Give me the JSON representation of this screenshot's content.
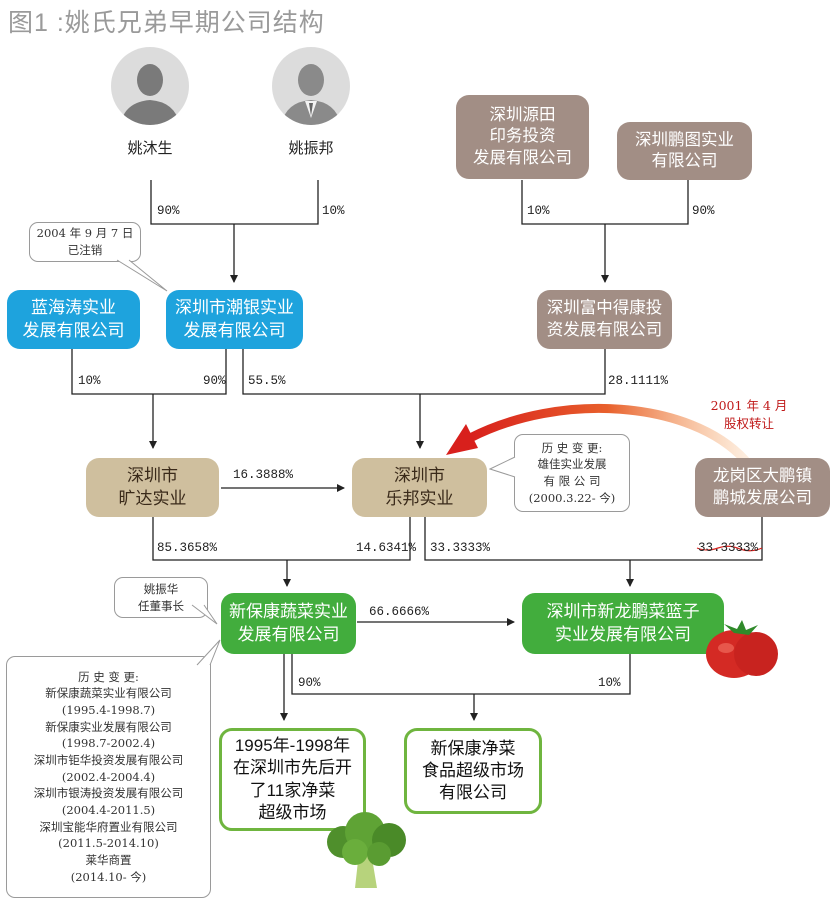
{
  "title": "图1 :姚氏兄弟早期公司结构",
  "people": {
    "p1": "姚沐生",
    "p2": "姚振邦"
  },
  "companies": {
    "yuantian": "深圳源田\n印务投资\n发展有限公司",
    "pengtu": "深圳鹏图实业\n有限公司",
    "lanhaitao": "蓝海涛实业\n发展有限公司",
    "chaoyin": "深圳市潮银实业\n发展有限公司",
    "fuzhongdekang": "深圳富中得康投\n资发展有限公司",
    "kuangda": "深圳市\n旷达实业",
    "lebang": "深圳市\n乐邦实业",
    "pengcheng": "龙岗区大鹏镇\n鹏城发展公司",
    "xinbaokang": "新保康蔬菜实业\n发展有限公司",
    "xinlongpeng": "深圳市新龙鹏菜篮子\n实业发展有限公司",
    "supermarkets": "1995年-1998年\n在深圳市先后开\n了11家净菜\n超级市场",
    "xinbaokang_food": "新保康净菜\n食品超级市场\n有限公司"
  },
  "percentages": {
    "p1_chaoyin": "90%",
    "p2_chaoyin": "10%",
    "yuantian_fuzhong": "10%",
    "pengtu_fuzhong": "90%",
    "lanhai_kuangda": "10%",
    "chaoyin_kuangda": "90%",
    "chaoyin_lebang": "55.5%",
    "fuzhong_lebang": "28.1111%",
    "kuangda_lebang": "16.3888%",
    "kuangda_xinbaokang": "85.3658%",
    "lebang_xinbaokang": "14.6341%",
    "lebang_xinlongpeng": "33.3333%",
    "pengcheng_xinlongpeng": "33.3333%",
    "xinbaokang_xinlongpeng": "66.6666%",
    "xinbaokang_supermarkets": "90%",
    "xinlongpeng_food": "10%"
  },
  "notes": {
    "cancelled": "2004 年 9 月 7 日\n已注销",
    "lebang_history": "历 史 变 更:\n雄佳实业发展\n有 限 公 司\n(2000.3.22- 今)",
    "chairman": "姚振华\n任董事长",
    "xinbaokang_history": "历 史 变 更:\n新保康蔬菜实业有限公司\n(1995.4-1998.7)\n新保康实业发展有限公司\n(1998.7-2002.4)\n深圳市钜华投资发展有限公司\n(2002.4-2004.4)\n深圳市银涛投资发展有限公司\n(2004.4-2011.5)\n深圳宝能华府置业有限公司\n(2011.5-2014.10)\n莱华商置\n(2014.10- 今)"
  },
  "transfer_note": "2001 年 4 月\n股权转让",
  "colors": {
    "brown": "#a28e85",
    "tan": "#cfbf9e",
    "blue": "#1ea3dd",
    "green": "#42ad3d",
    "white_border": "#6fb53f",
    "arrow_red": "#d8201c"
  },
  "icons": [
    "person-silhouette-icon",
    "tomato-icon",
    "broccoli-icon"
  ]
}
